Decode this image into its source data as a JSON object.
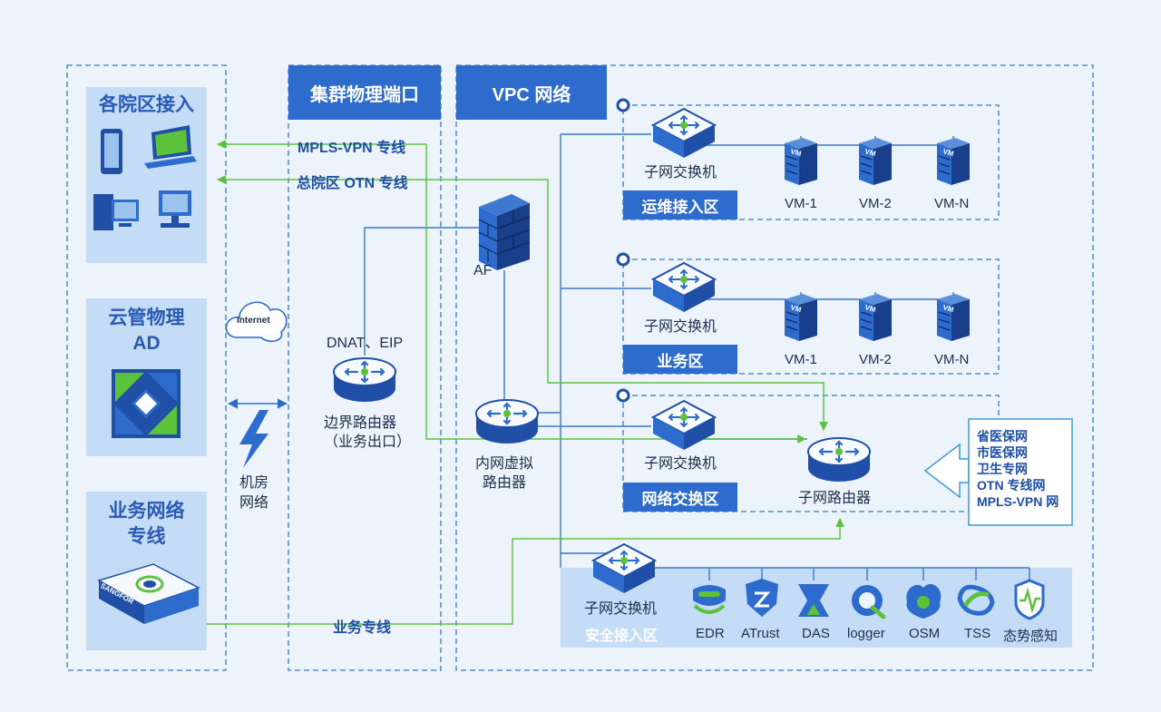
{
  "sections": {
    "cluster_port": "集群物理端口",
    "vpc_network": "VPC 网络"
  },
  "left_panels": {
    "campus_access": "各院区接入",
    "cloud_ad_line1": "云管物理",
    "cloud_ad_line2": "AD",
    "business_line1": "业务网络",
    "business_line2": "专线",
    "device_brand": "SANGFOR"
  },
  "links": {
    "mpls": "MPLS-VPN 专线",
    "otn": "总院区 OTN 专线",
    "business": "业务专线"
  },
  "internet": {
    "cloud_label": "Internet",
    "room_line1": "机房",
    "room_line2": "网络"
  },
  "devices": {
    "dnat_eip": "DNAT、EIP",
    "border_router_line1": "边界路由器",
    "border_router_line2": "（业务出口）",
    "af": "AF",
    "inner_router_line1": "内网虚拟",
    "inner_router_line2": "路由器",
    "subnet_switch": "子网交换机",
    "subnet_router": "子网路由器"
  },
  "zones": {
    "ops": "运维接入区",
    "business": "业务区",
    "exchange": "网络交换区",
    "security": "安全接入区"
  },
  "vms": [
    "VM-1",
    "VM-2",
    "VM-N"
  ],
  "vm_badge": "VM",
  "external": [
    "省医保网",
    "市医保网",
    "卫生专网",
    "OTN 专线网",
    "MPLS-VPN 网"
  ],
  "security_tools": [
    "EDR",
    "ATrust",
    "DAS",
    "logger",
    "OSM",
    "TSS",
    "态势感知"
  ],
  "colors": {
    "background": "#ecf3fb",
    "accent_blue": "#2d6bcc",
    "green_line": "#5cc23c",
    "blue_line": "#3a78c8",
    "panel": "#c4dcf6"
  }
}
